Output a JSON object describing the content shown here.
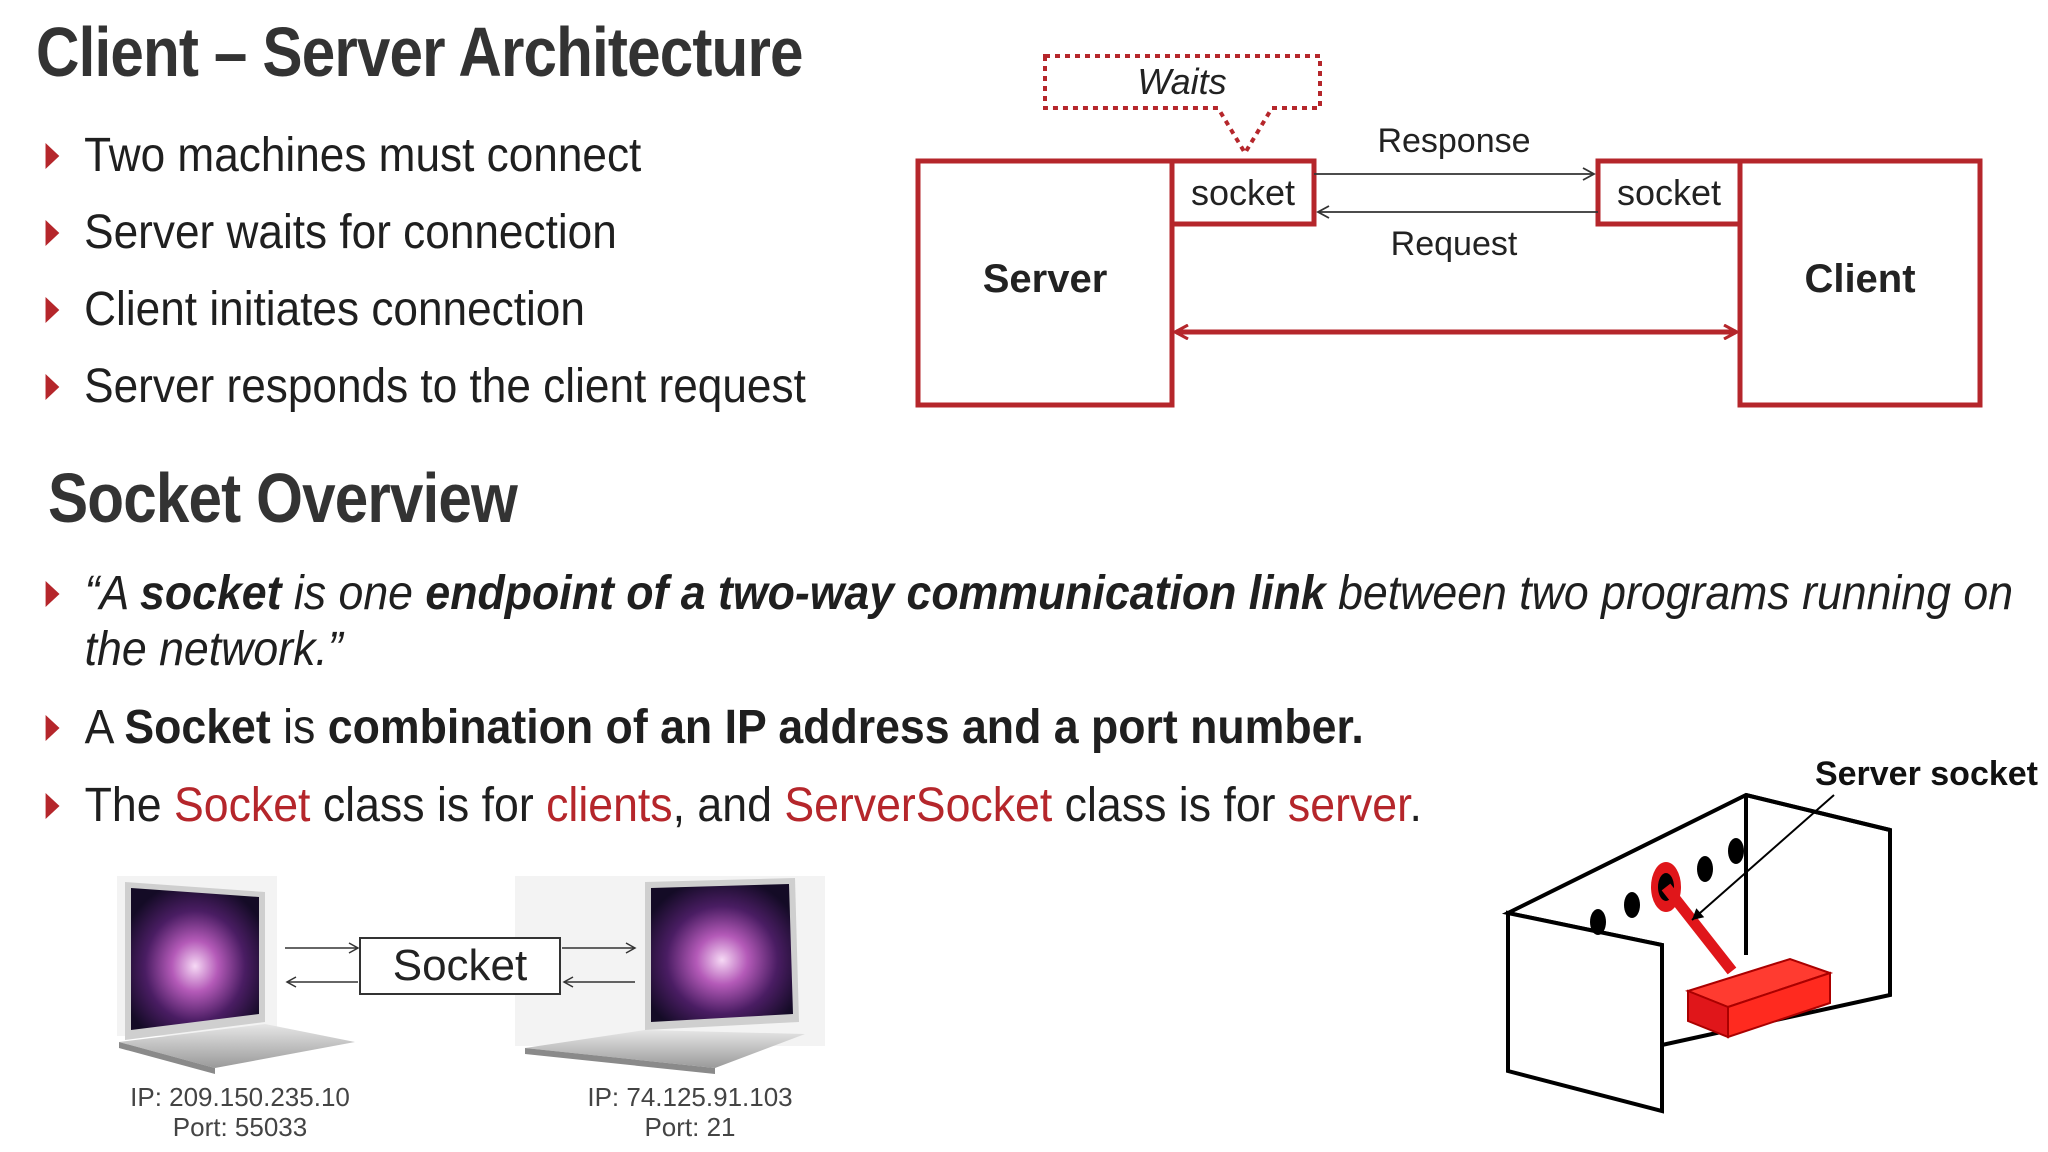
{
  "section1": {
    "title": "Client – Server Architecture",
    "bullets": [
      "Two machines must connect",
      "Server waits for connection",
      "Client initiates connection",
      "Server responds to the client request"
    ]
  },
  "diagram": {
    "server_label": "Server",
    "client_label": "Client",
    "server_socket_label": "socket",
    "client_socket_label": "socket",
    "response_label": "Response",
    "request_label": "Request",
    "waits_callout": "Waits",
    "accent_color": "#b5262b"
  },
  "section2": {
    "title": "Socket Overview",
    "bullet1": {
      "open_quote": "“A ",
      "socket": "socket",
      "is_one": " is one ",
      "endpoint": "endpoint of a two-way communication link",
      "rest": " between two programs running on the network.”"
    },
    "bullet2": {
      "a": "A ",
      "socket": "Socket",
      "is": " is ",
      "combination": "combination of an IP address and a port number."
    },
    "bullet3": {
      "the": "The ",
      "socket": "Socket",
      "class_is_for": " class is for ",
      "clients": "clients",
      "and": ", and ",
      "server_socket": "ServerSocket",
      "class_is_for2": " class is for ",
      "server": "server",
      "period": "."
    }
  },
  "socket_figure": {
    "socket_label": "Socket",
    "left_ip": "IP: 209.150.235.10",
    "left_port": "Port: 55033",
    "right_ip": "IP: 74.125.91.103",
    "right_port": "Port: 21"
  },
  "server_socket_figure": {
    "label": "Server socket"
  }
}
